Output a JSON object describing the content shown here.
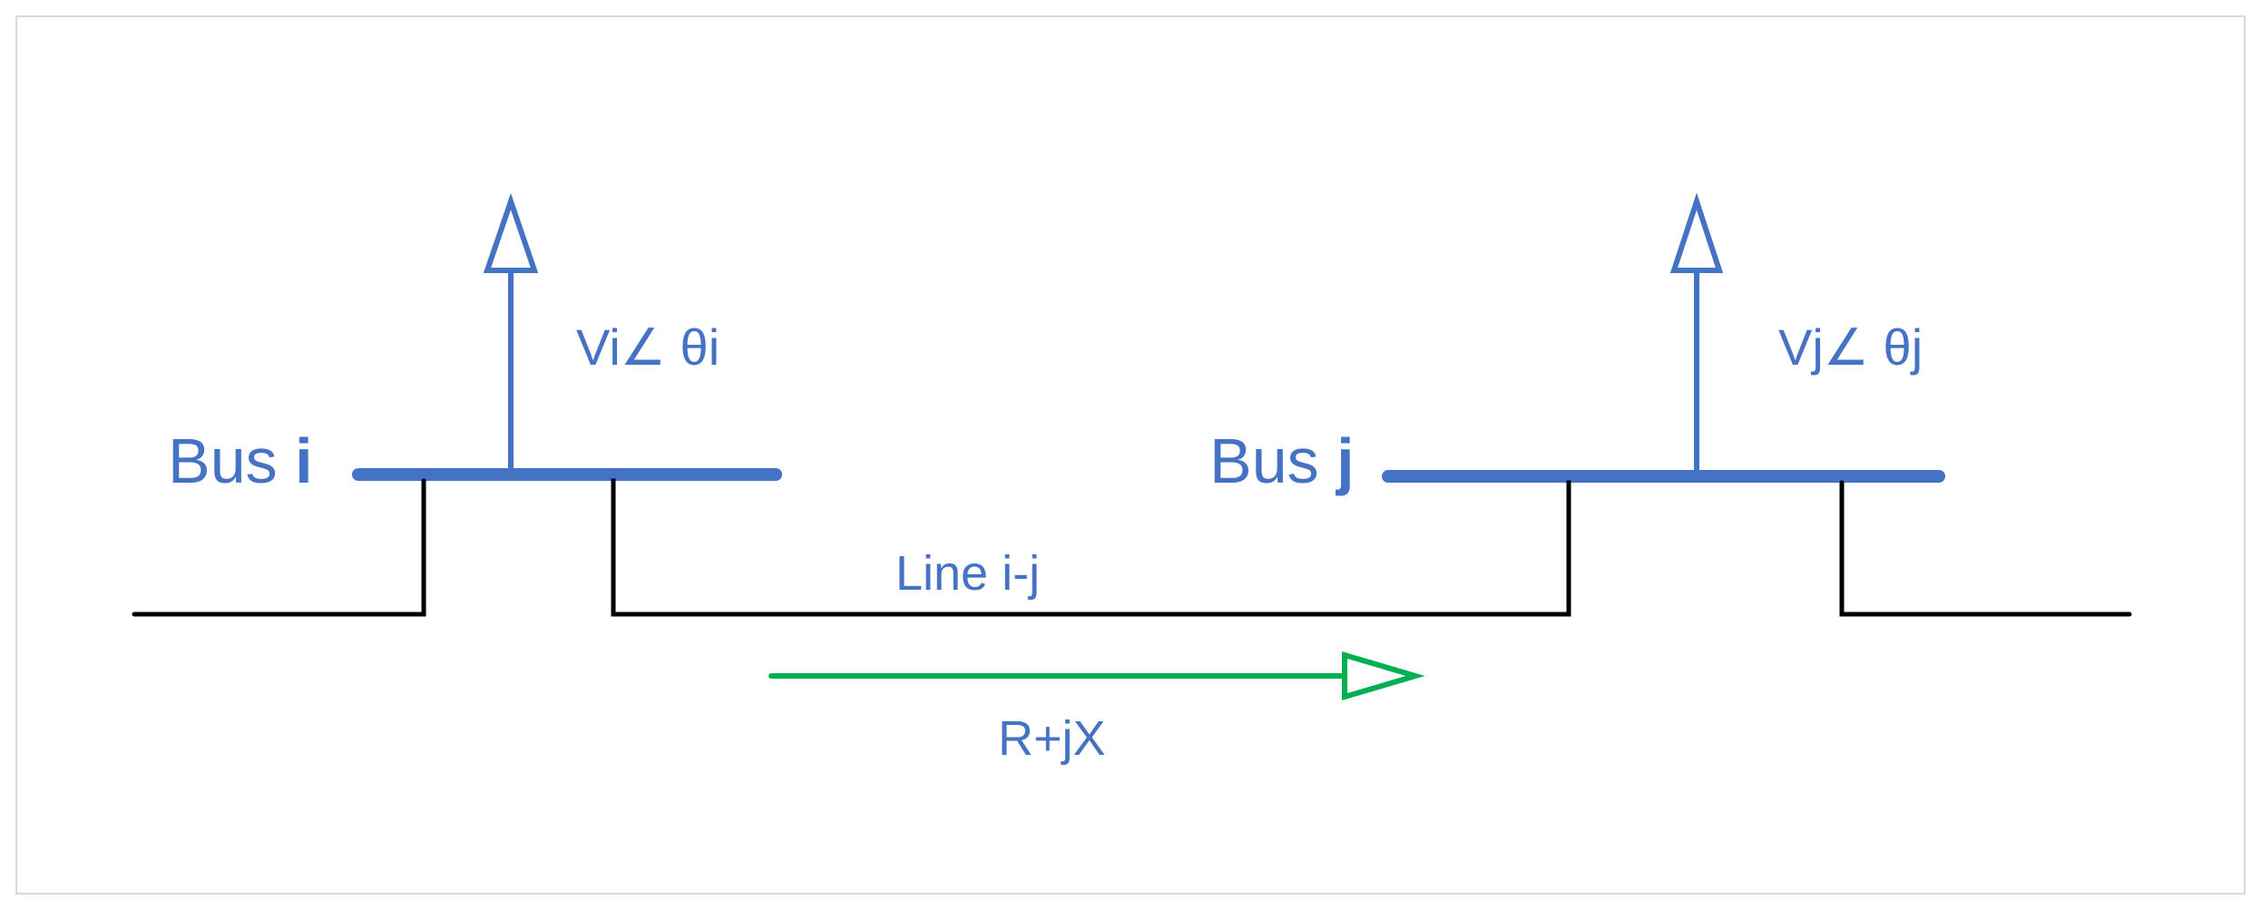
{
  "bus_i": {
    "label": "Bus ",
    "index": "i",
    "voltage": "Vi∠ θi"
  },
  "bus_j": {
    "label": "Bus ",
    "index": "j",
    "voltage": "Vj∠ θj"
  },
  "line": {
    "label": "Line i-j",
    "impedance": "R+jX"
  },
  "colors": {
    "bus": "#4472C4",
    "wire": "#000000",
    "flow_arrow": "#00B050",
    "frame": "#d9d9d9",
    "text": "#4472C4"
  }
}
